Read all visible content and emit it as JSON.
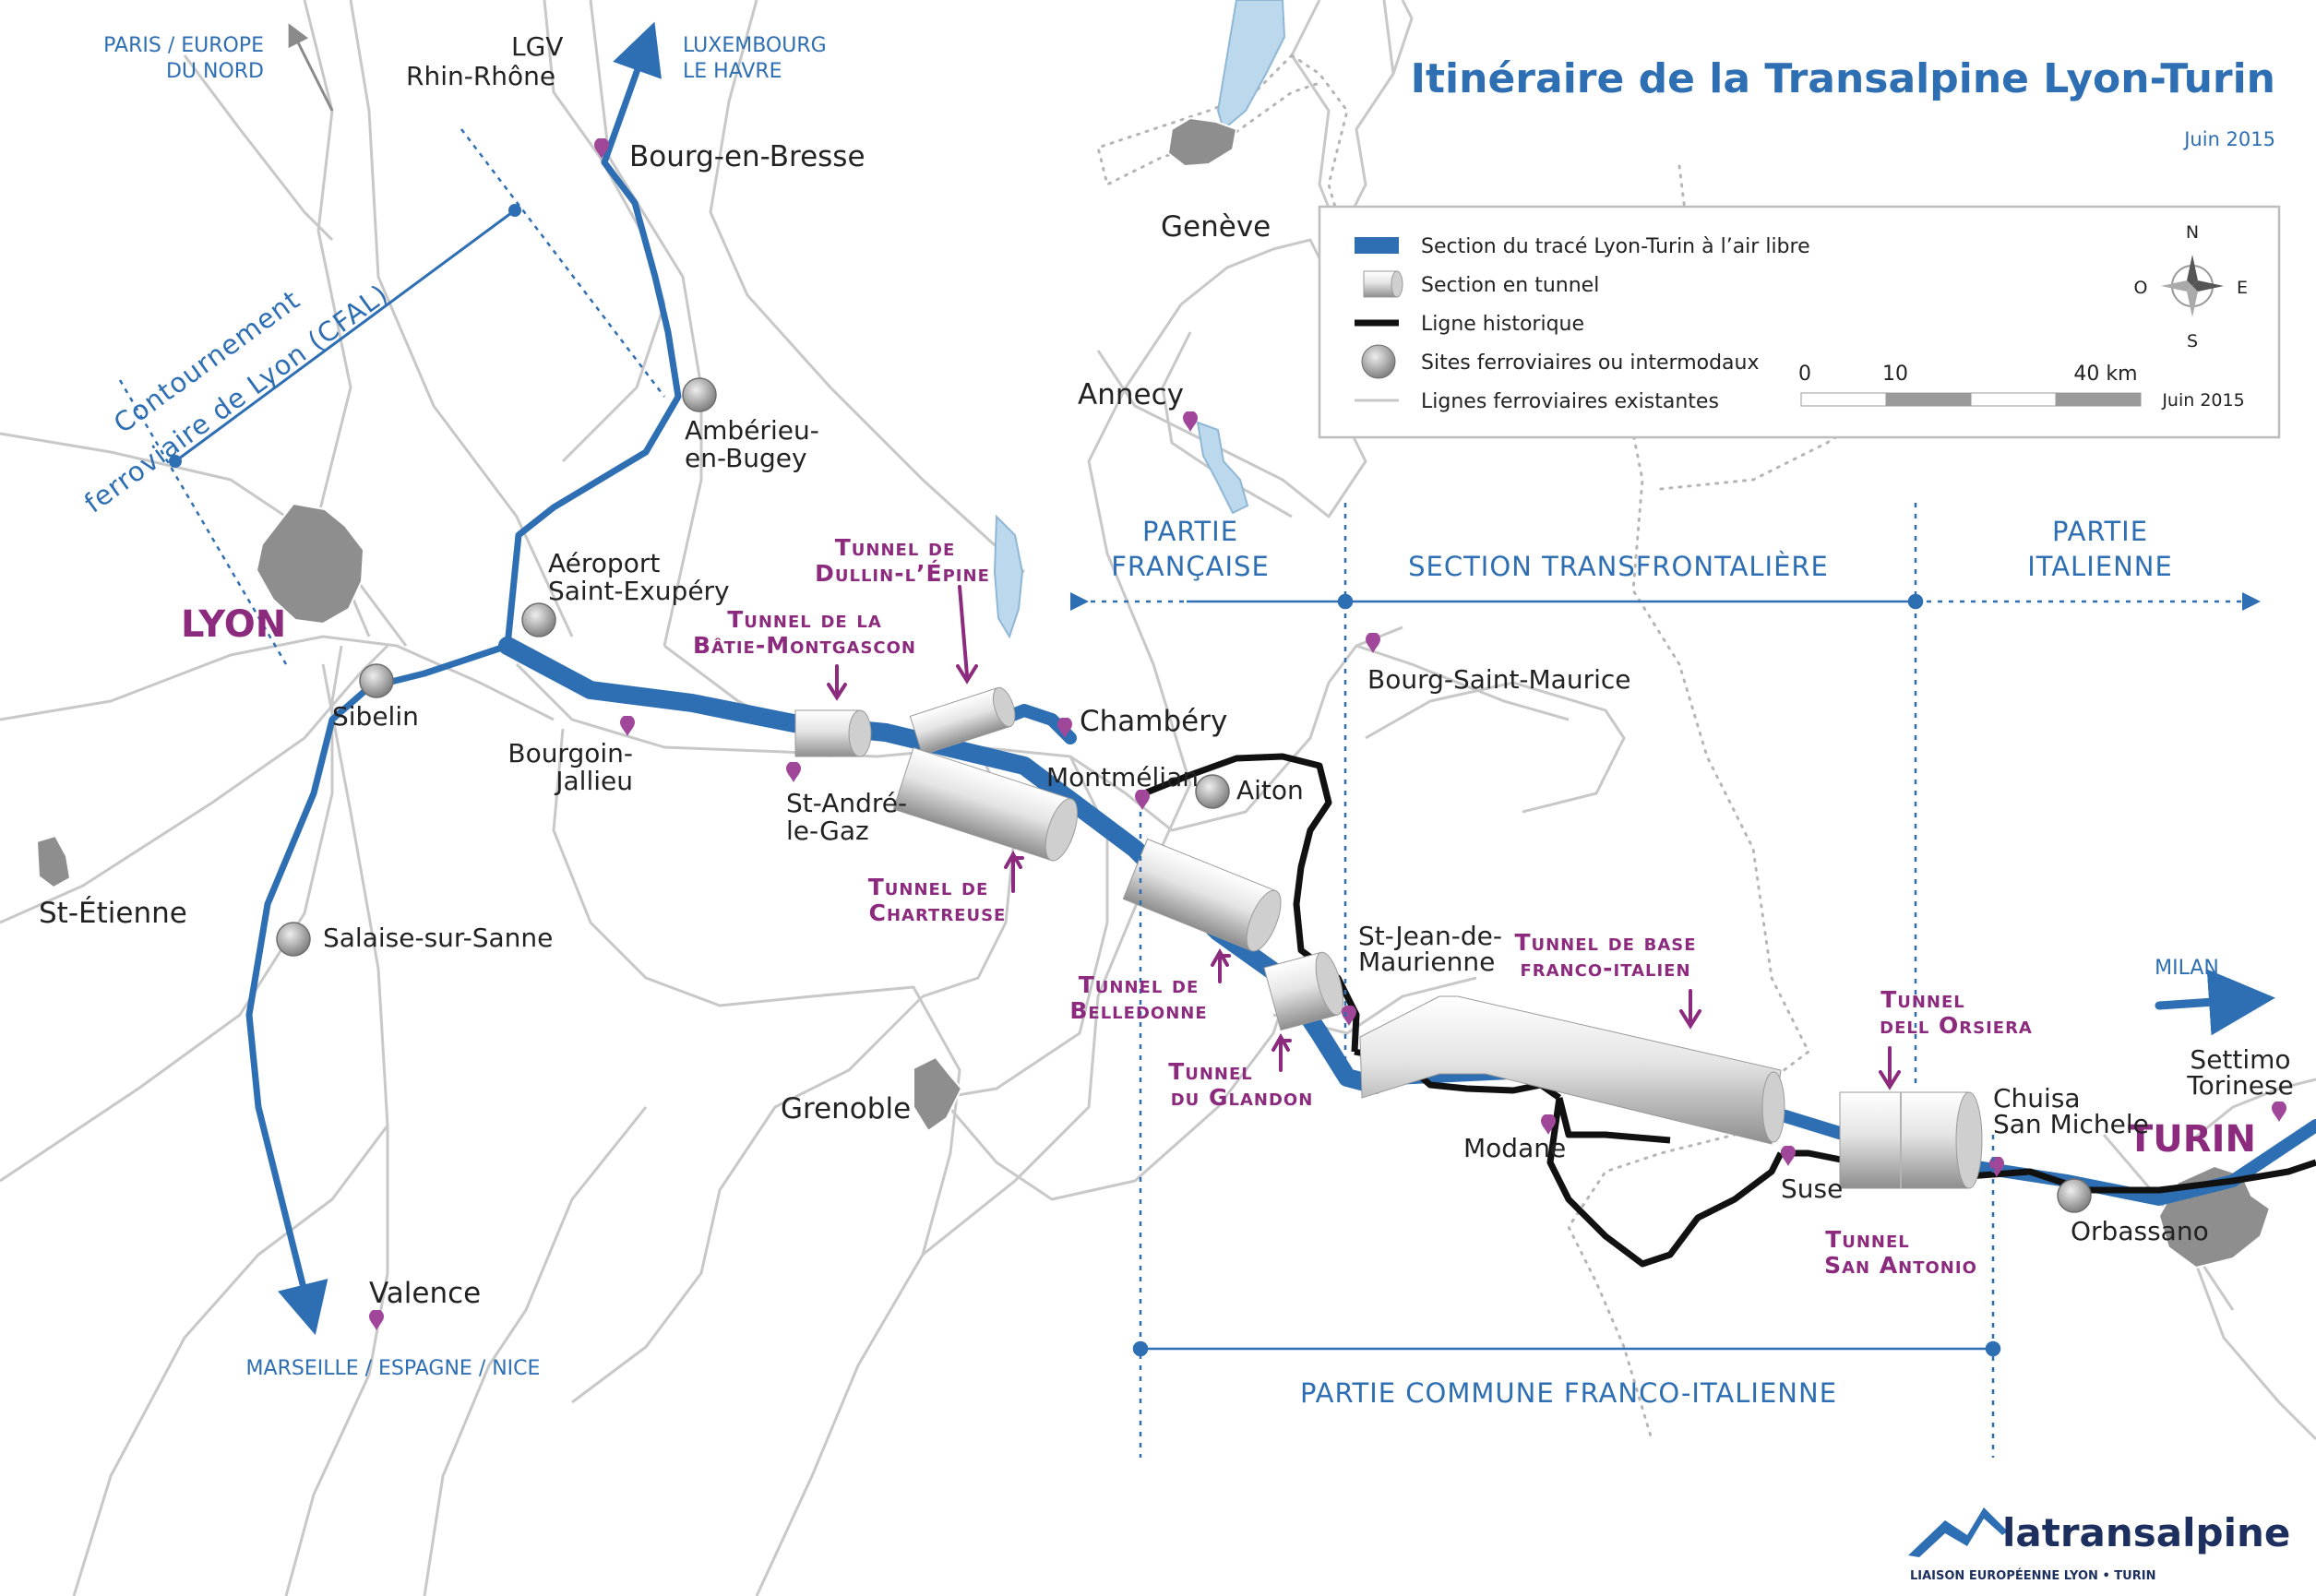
{
  "title": "Itinéraire de la Transalpine Lyon-Turin",
  "date": "Juin 2015",
  "legend": {
    "items": [
      "Section du tracé Lyon-Turin à l’air libre",
      "Section en tunnel",
      "Ligne historique",
      "Sites ferroviaires ou intermodaux",
      "Lignes ferroviaires existantes"
    ],
    "scale_labels": [
      "0",
      "10",
      "40 km"
    ],
    "scale_date": "Juin 2015",
    "compass": {
      "n": "N",
      "s": "S",
      "e": "E",
      "w": "O"
    }
  },
  "cities": {
    "lyon": "LYON",
    "turin": "TURIN",
    "geneve": "Genève",
    "annecy": "Annecy",
    "chambery": "Chambéry",
    "grenoble": "Grenoble",
    "valence": "Valence",
    "st_etienne": "St-Étienne",
    "bourg": "Bourg-en-Bresse",
    "amberieu": [
      "Ambérieu-",
      "en-Bugey"
    ],
    "aeroport": [
      "Aéroport",
      "Saint-Exupéry"
    ],
    "sibelin": "Sibelin",
    "bourgoin": [
      "Bourgoin-",
      "Jallieu"
    ],
    "st_andre": [
      "St-André-",
      "le-Gaz"
    ],
    "montmelian": "Montmélian",
    "aiton": "Aiton",
    "bourg_st_maurice": "Bourg-Saint-Maurice",
    "st_jean": [
      "St-Jean-de-",
      "Maurienne"
    ],
    "modane": "Modane",
    "suse": "Suse",
    "chuisa": [
      "Chuisa",
      "San Michele"
    ],
    "orbassano": "Orbassano",
    "settimo": [
      "Settimo",
      "Torinese"
    ],
    "salaise": "Salaise-sur-Sanne",
    "lgv": [
      "LGV",
      "Rhin-Rhône"
    ]
  },
  "directions": {
    "paris": [
      "PARIS / EUROPE",
      "DU NORD"
    ],
    "luxembourg": [
      "LUXEMBOURG",
      "LE HAVRE"
    ],
    "marseille": "MARSEILLE / ESPAGNE / NICE",
    "milan": "MILAN"
  },
  "cfal": [
    "Contournement",
    "ferroviaire de Lyon (CFAL)"
  ],
  "sections": {
    "francaise": [
      "PARTIE",
      "FRANÇAISE"
    ],
    "transfrontaliere": "SECTION TRANSFRONTALIÈRE",
    "italienne": [
      "PARTIE",
      "ITALIENNE"
    ],
    "commune": "PARTIE COMMUNE FRANCO-ITALIENNE"
  },
  "tunnels": {
    "dullin": [
      "Tunnel de",
      "Dullin-l’Épine"
    ],
    "batie": [
      "Tunnel de la",
      "Bâtie-Montgascon"
    ],
    "chartreuse": [
      "Tunnel de",
      "Chartreuse"
    ],
    "belledonne": [
      "Tunnel de",
      "Belledonne"
    ],
    "glandon": [
      "Tunnel",
      "du Glandon"
    ],
    "base": [
      "Tunnel de base",
      "franco-italien"
    ],
    "orsiera": [
      "Tunnel",
      "dell Orsiera"
    ],
    "san_antonio": [
      "Tunnel",
      "San Antonio"
    ]
  },
  "logo": {
    "name": "latransalpine",
    "tagline": "LIAISON EUROPÉENNE LYON • TURIN"
  },
  "colors": {
    "route": "#2e6eb3",
    "historic": "#111111",
    "accent": "#8c2a7e",
    "rail": "#c4c4c4",
    "city": "#8a8a8a"
  }
}
